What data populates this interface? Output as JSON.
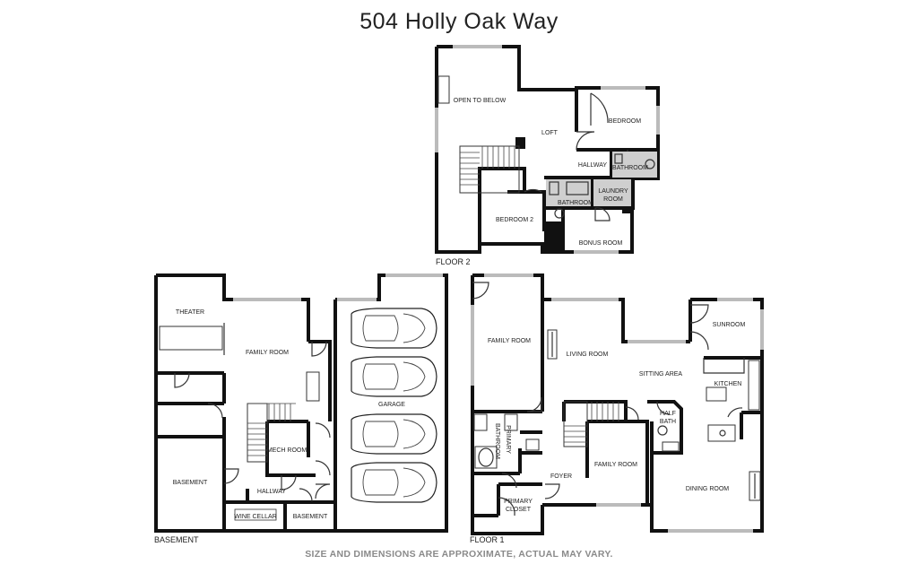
{
  "title": "504 Holly Oak Way",
  "disclaimer": "SIZE AND DIMENSIONS ARE APPROXIMATE, ACTUAL MAY VARY.",
  "floors": {
    "floor2": {
      "name": "FLOOR 2",
      "rooms": {
        "open_to_below": "OPEN TO BELOW",
        "loft": "LOFT",
        "bedroom": "BEDROOM",
        "hallway": "HALLWAY",
        "bathroom_small": "BATHROOM",
        "laundry_1": "LAUNDRY",
        "laundry_2": "ROOM",
        "bathroom": "BATHROOM",
        "bedroom_2": "BEDROOM 2",
        "bonus_room": "BONUS ROOM"
      }
    },
    "basement": {
      "name": "BASEMENT",
      "rooms": {
        "theater": "THEATER",
        "family_room": "FAMILY ROOM",
        "garage": "GARAGE",
        "mech_room": "MECH ROOM",
        "basement_large": "BASEMENT",
        "hallway": "HALLWAY",
        "wine_cellar": "WINE CELLAR",
        "basement_small": "BASEMENT"
      }
    },
    "floor1": {
      "name": "FLOOR 1",
      "rooms": {
        "family_room_top": "FAMILY ROOM",
        "living_room": "LIVING ROOM",
        "sunroom": "SUNROOM",
        "sitting_area": "SITTING AREA",
        "kitchen": "KITCHEN",
        "half_bath_1": "HALF",
        "half_bath_2": "BATH",
        "primary_bathroom_1": "PRIMARY",
        "primary_bathroom_2": "BATHROOM",
        "foyer": "FOYER",
        "family_room_mid": "FAMILY ROOM",
        "dining_room": "DINING ROOM",
        "primary_closet_1": "PRIMARY",
        "primary_closet_2": "CLOSET"
      }
    }
  }
}
